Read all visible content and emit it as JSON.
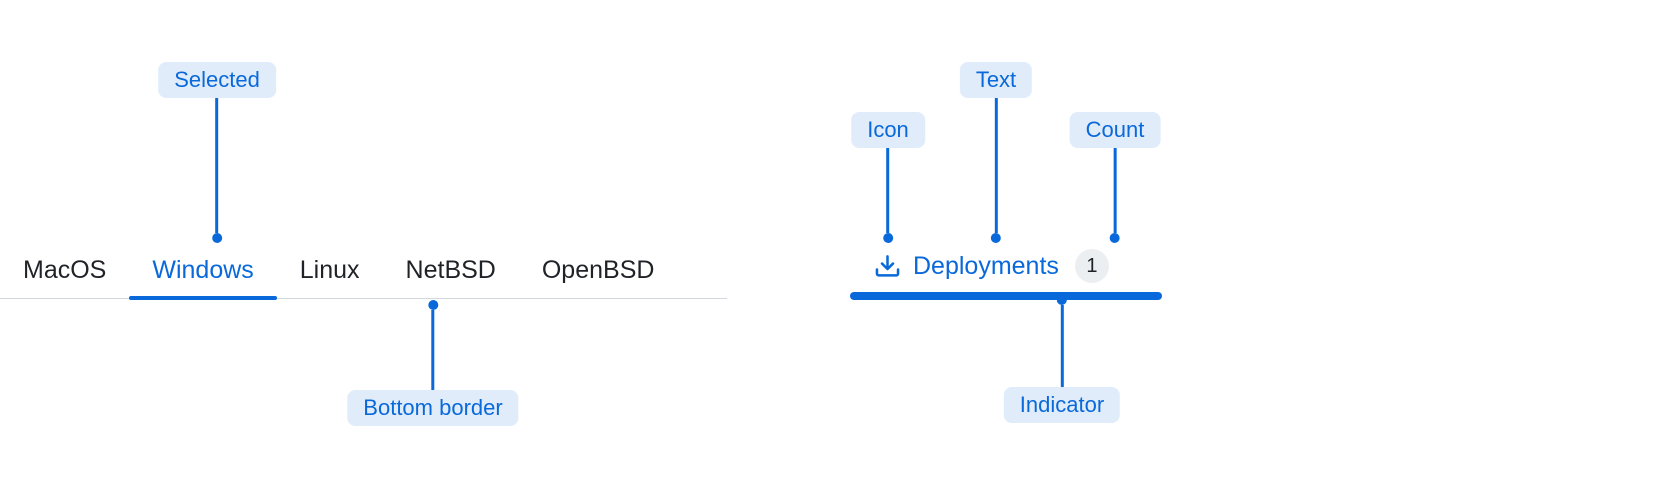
{
  "tabs": {
    "items": [
      {
        "label": "MacOS",
        "selected": false
      },
      {
        "label": "Windows",
        "selected": true
      },
      {
        "label": "Linux",
        "selected": false
      },
      {
        "label": "NetBSD",
        "selected": false
      },
      {
        "label": "OpenBSD",
        "selected": false
      }
    ]
  },
  "deployments_tab": {
    "icon": "download-icon",
    "label": "Deployments",
    "count": "1",
    "selected": true
  },
  "annotations": {
    "selected": "Selected",
    "bottom_border": "Bottom border",
    "icon": "Icon",
    "text": "Text",
    "count": "Count",
    "indicator": "Indicator"
  },
  "colors": {
    "accent": "#0969da",
    "annotation_bg": "#e1ecfb",
    "tab_text": "#1f2328",
    "tab_border": "#d0d7de",
    "count_badge_bg": "#eceff2"
  }
}
